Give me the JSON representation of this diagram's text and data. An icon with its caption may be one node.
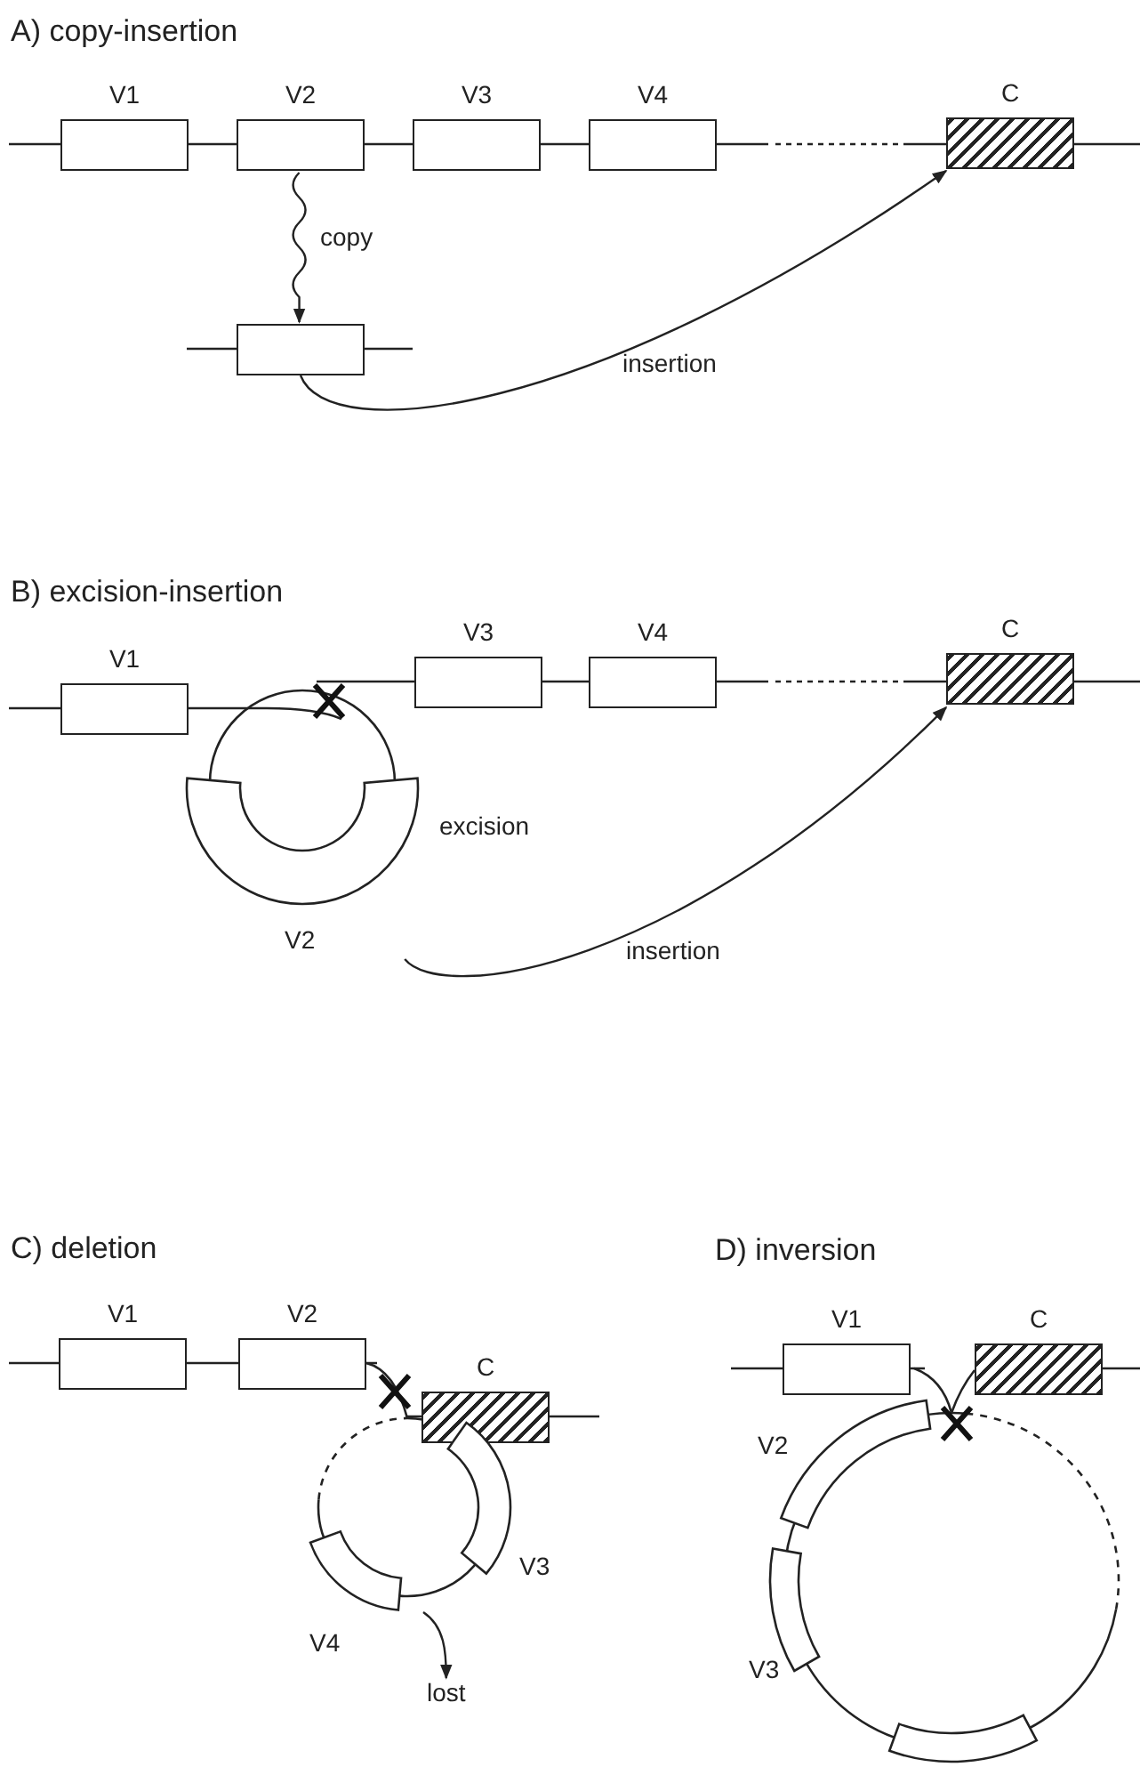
{
  "diagram": {
    "nodes": [
      {
        "text": [
          "V1"
        ]
      },
      {
        "text": [
          "V2"
        ]
      },
      {
        "text": [
          "V3"
        ]
      },
      {
        "text": [
          "V4"
        ]
      },
      {
        "text": [
          "C"
        ]
      },
      {
        "text": [],
        "shape": "box"
      },
      {
        "text": [
          "V1"
        ]
      },
      {
        "text": [
          "V2"
        ],
        "beside": [
          "excision"
        ]
      },
      {
        "text": [
          "V3"
        ]
      },
      {
        "text": [
          "V4"
        ]
      },
      {
        "text": [
          "C"
        ]
      },
      {
        "text": [
          "V1"
        ]
      },
      {
        "text": [
          "V2"
        ]
      },
      {
        "text": [
          "C"
        ]
      },
      {
        "text": [
          "V3"
        ]
      },
      {
        "text": [
          "V4"
        ]
      },
      {
        "text": [
          "lost"
        ]
      },
      {
        "text": [
          "V1"
        ]
      },
      {
        "text": [
          "C"
        ]
      },
      {
        "text": [
          "V2"
        ]
      },
      {
        "text": [
          "V3"
        ]
      },
      {
        "text": [],
        "shape": "box"
      }
    ],
    "edges": [
      {
        "from": 1,
        "to": 5,
        "arrow": "to",
        "label": "copy"
      },
      {
        "from": 5,
        "to": 4,
        "arrow": "to",
        "label": "insertion"
      },
      {
        "from": 7,
        "to": 10,
        "arrow": "to",
        "label": "insertion"
      },
      {
        "from": null,
        "to": 16,
        "arrow": "to"
      }
    ],
    "labels": [
      "A) copy-insertion",
      "B) excision-insertion",
      "C) deletion",
      "D) inversion"
    ]
  }
}
